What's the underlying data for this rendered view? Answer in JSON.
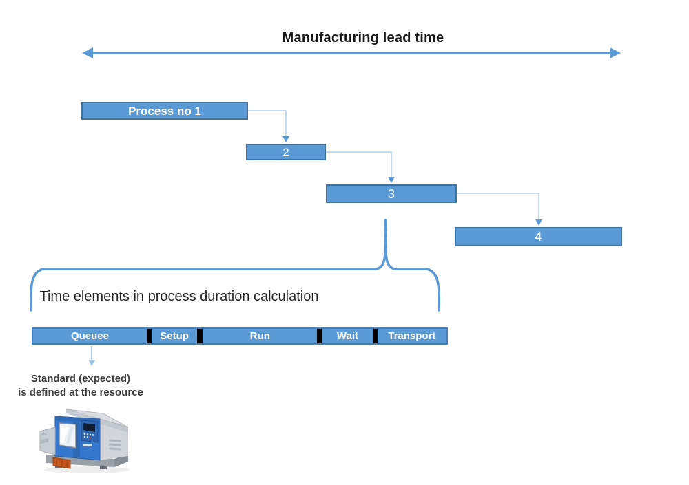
{
  "header": {
    "title": "Manufacturing lead time"
  },
  "process_flow": {
    "bars": [
      {
        "label": "Process no 1"
      },
      {
        "label": "2"
      },
      {
        "label": "3"
      },
      {
        "label": "4"
      }
    ]
  },
  "time_elements": {
    "title": "Time elements in process duration calculation",
    "segments": [
      {
        "label": "Queuee"
      },
      {
        "label": "Setup"
      },
      {
        "label": "Run"
      },
      {
        "label": "Wait"
      },
      {
        "label": "Transport"
      }
    ],
    "annotation": {
      "line1": "Standard (expected)",
      "line2": "is defined at the resource"
    }
  },
  "icons": {
    "machine": "cnc-lathe-machine"
  },
  "colors": {
    "bar_fill": "#5B9BD5",
    "bar_border": "#41719C",
    "connector_line": "#BDD7EE",
    "arrowhead": "#5B9BD5",
    "brace": "#5B9BD5",
    "segment_divider": "#000000",
    "text_dark": "#262626"
  }
}
